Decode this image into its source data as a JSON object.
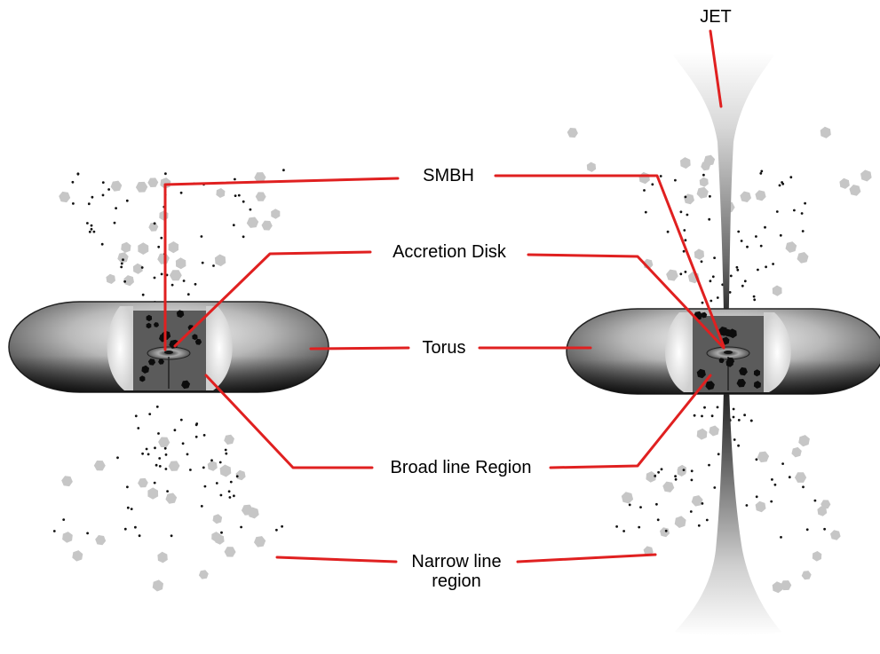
{
  "labels": {
    "jet": "JET",
    "smbh": "SMBH",
    "accretion_disk": "Accretion Disk",
    "torus": "Torus",
    "broad_line_region": "Broad line Region",
    "narrow_line_region": "Narrow line\nregion"
  },
  "colors": {
    "leader_line": "#e02020",
    "narrow_cloud": "#c6c6c6",
    "broad_cloud": "#111111",
    "torus_dark": "#2a2a2a",
    "torus_light": "#f2f2f2"
  }
}
